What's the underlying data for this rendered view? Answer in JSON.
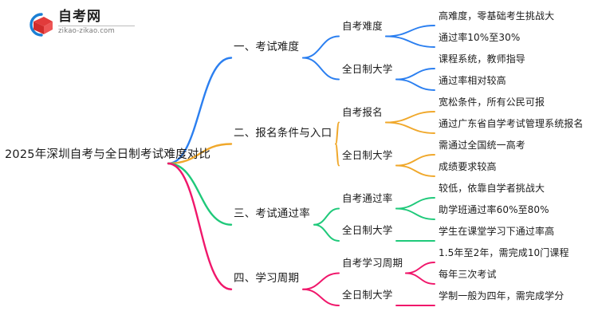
{
  "brand": {
    "name": "自考网",
    "url": "zikao-zikao.com",
    "logo_icon": "graduation-book-icon",
    "arc_color": "#1B7FD4",
    "cap_color": "#E23B3B"
  },
  "mindmap": {
    "root": "2025年深圳自考与全日制考试难度对比",
    "branches": [
      {
        "label": "一、考试难度",
        "color": "#2B7FF0",
        "children": [
          {
            "label": "自考难度",
            "leaves": [
              "高难度，零基础考生挑战大",
              "通过率10%至30%"
            ]
          },
          {
            "label": "全日制大学",
            "leaves": [
              "课程系统，教师指导",
              "通过率相对较高"
            ]
          }
        ]
      },
      {
        "label": "二、报名条件与入口",
        "color": "#F0A82B",
        "children": [
          {
            "label": "自考报名",
            "leaves": [
              "宽松条件，所有公民可报",
              "通过广东省自学考试管理系统报名"
            ]
          },
          {
            "label": "全日制大学",
            "leaves": [
              "需通过全国统一高考",
              "成绩要求较高"
            ]
          }
        ]
      },
      {
        "label": "三、考试通过率",
        "color": "#1FC97A",
        "children": [
          {
            "label": "自考通过率",
            "leaves": [
              "较低，依靠自学者挑战大",
              "助学班通过率60%至80%"
            ]
          },
          {
            "label": "全日制大学",
            "leaves": [
              "学生在课堂学习下通过率高"
            ]
          }
        ]
      },
      {
        "label": "四、学习周期",
        "color": "#F0176B",
        "children": [
          {
            "label": "自考学习周期",
            "leaves": [
              "1.5年至2年，需完成10门课程",
              "每年三次考试"
            ]
          },
          {
            "label": "全日制大学",
            "leaves": [
              "学制一般为四年，需完成学分"
            ]
          }
        ]
      }
    ]
  }
}
